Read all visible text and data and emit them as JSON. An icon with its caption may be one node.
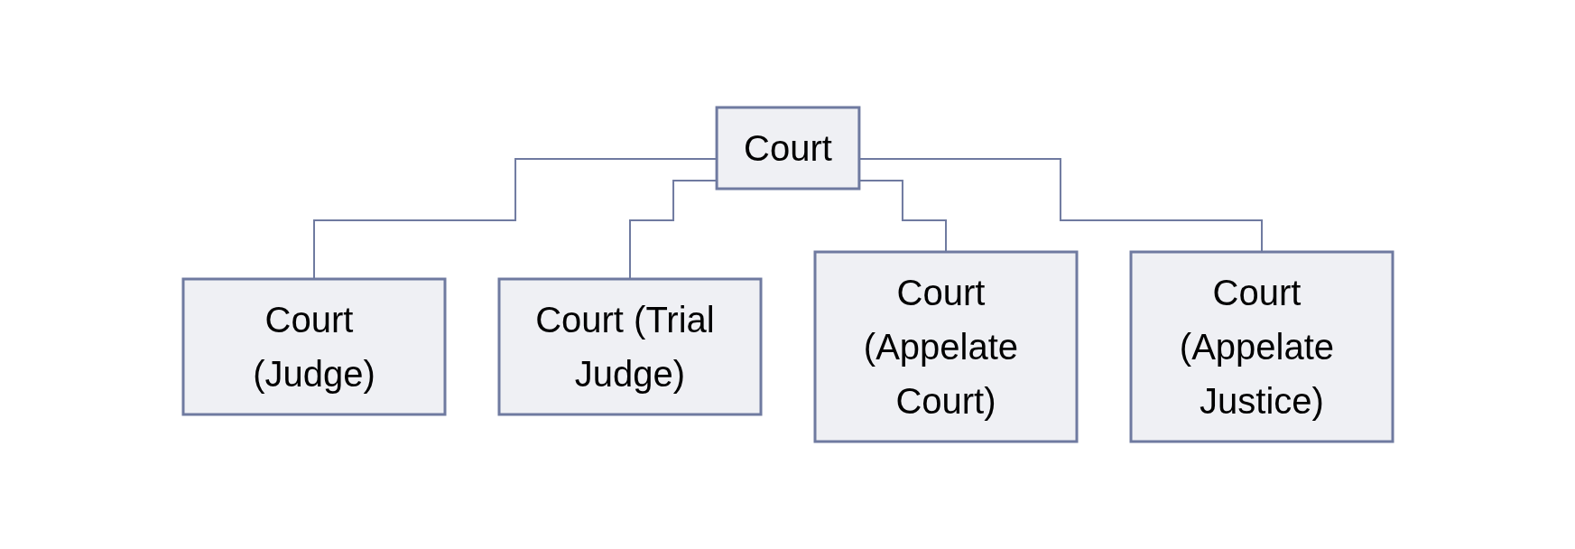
{
  "diagram": {
    "nodes": [
      {
        "text": [
          "Court"
        ]
      },
      {
        "text": [
          "Court (Judge)"
        ]
      },
      {
        "text": [
          "Court (Trial Judge)"
        ]
      },
      {
        "text": [
          "Court (Appelate Court)"
        ]
      },
      {
        "text": [
          "Court (Appelate Justice)"
        ]
      }
    ],
    "edges": [
      {
        "from": 0,
        "to": 1,
        "arrow": "none"
      },
      {
        "from": 0,
        "to": 2,
        "arrow": "none"
      },
      {
        "from": 0,
        "to": 3,
        "arrow": "none"
      },
      {
        "from": 0,
        "to": 4,
        "arrow": "none"
      }
    ]
  }
}
